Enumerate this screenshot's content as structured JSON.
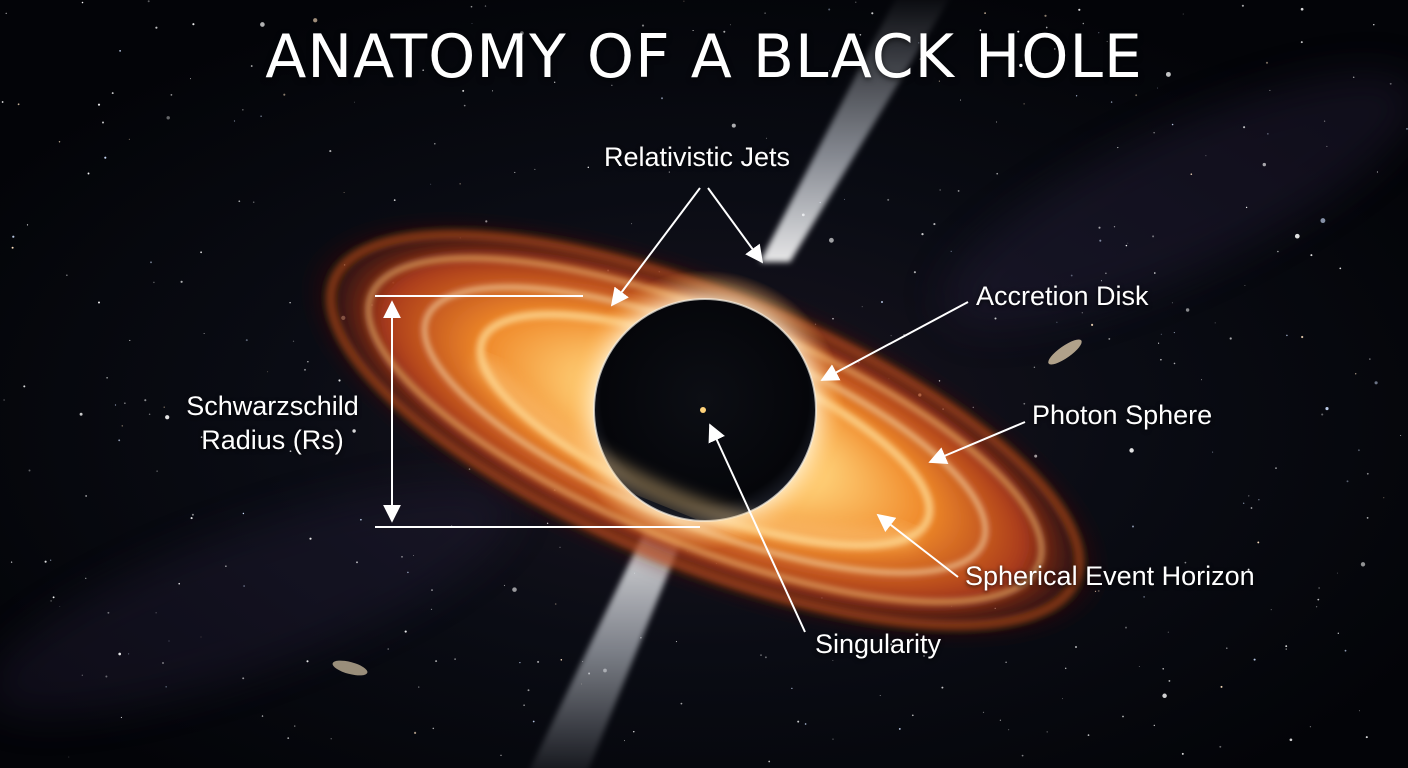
{
  "title": "ANATOMY OF A BLACK HOLE",
  "labels": {
    "relativistic_jets": "Relativistic Jets",
    "accretion_disk": "Accretion Disk",
    "photon_sphere": "Photon Sphere",
    "event_horizon": "Spherical Event Horizon",
    "singularity": "Singularity",
    "schwarzschild_line1": "Schwarzschild",
    "schwarzschild_line2": "Radius (Rs)"
  },
  "colors": {
    "background": "#05070c",
    "disk_hot": "#ffd27a",
    "disk_mid": "#f08a2a",
    "disk_outer": "#a8381a",
    "jet": "#e8edf5",
    "label_text": "#ffffff"
  }
}
